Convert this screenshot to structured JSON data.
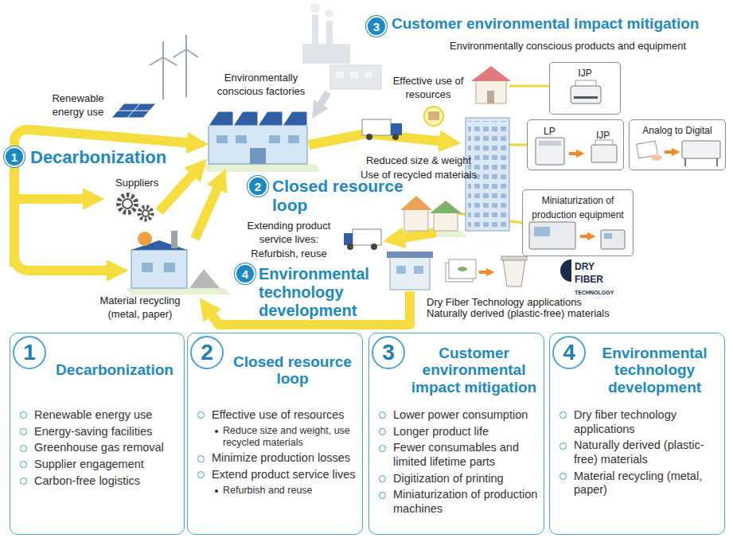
{
  "diagram": {
    "nodes": [
      {
        "text": [
          "1",
          "Decarbonization"
        ]
      },
      {
        "text": [
          "2",
          "Closed resource loop"
        ]
      },
      {
        "text": [
          "3",
          "Customer environmental impact mitigation"
        ]
      },
      {
        "text": [
          "4",
          "Environmental technology development"
        ]
      },
      {
        "text": [
          "IJP"
        ]
      },
      {
        "text": [
          "LP",
          "IJP"
        ]
      },
      {
        "text": [
          "Analog to Digital"
        ]
      },
      {
        "text": [
          "Miniaturization of production equipment"
        ]
      },
      {
        "text": [
          "Decarbonization",
          "Renewable energy use",
          "Energy-saving facilities",
          "Greenhouse gas removal",
          "Supplier engagement",
          "Carbon-free logistics"
        ]
      },
      {
        "text": [
          "1"
        ],
        "in": 8
      },
      {
        "text": [
          "Closed resource loop",
          "Effective use of resources",
          "Reduce size and weight, use recycled materials",
          "Minimize production losses",
          "Extend product service lives",
          "Refurbish and reuse"
        ]
      },
      {
        "text": [
          "2"
        ],
        "in": 10
      },
      {
        "text": [
          "Customer environmental impact mitigation",
          "Lower power consumption",
          "Longer product life",
          "Fewer consumables and limited lifetime parts",
          "Digitization of printing",
          "Miniaturization of production machines"
        ]
      },
      {
        "text": [
          "3"
        ],
        "in": 12
      },
      {
        "text": [
          "Environmental technology development",
          "Dry fiber technology applications",
          "Naturally derived (plastic-free) materials",
          "Material recycling (metal, paper)"
        ]
      },
      {
        "text": [
          "4"
        ],
        "in": 14
      }
    ],
    "labels": [
      "Renewable energy use",
      "Environmentally conscious factories",
      "Suppliers",
      "Effective use of resources",
      "Reduced size & weight Use of recycled materials",
      "Extending product service lives: Refurbish, reuse",
      "Material recycling (metal, paper)",
      "Environmentally conscious products and equipment",
      "Dry Fiber Technology applications",
      "Naturally derived (plastic-free) materials",
      "DRY FIBER",
      "TECHNOLOGY"
    ]
  }
}
